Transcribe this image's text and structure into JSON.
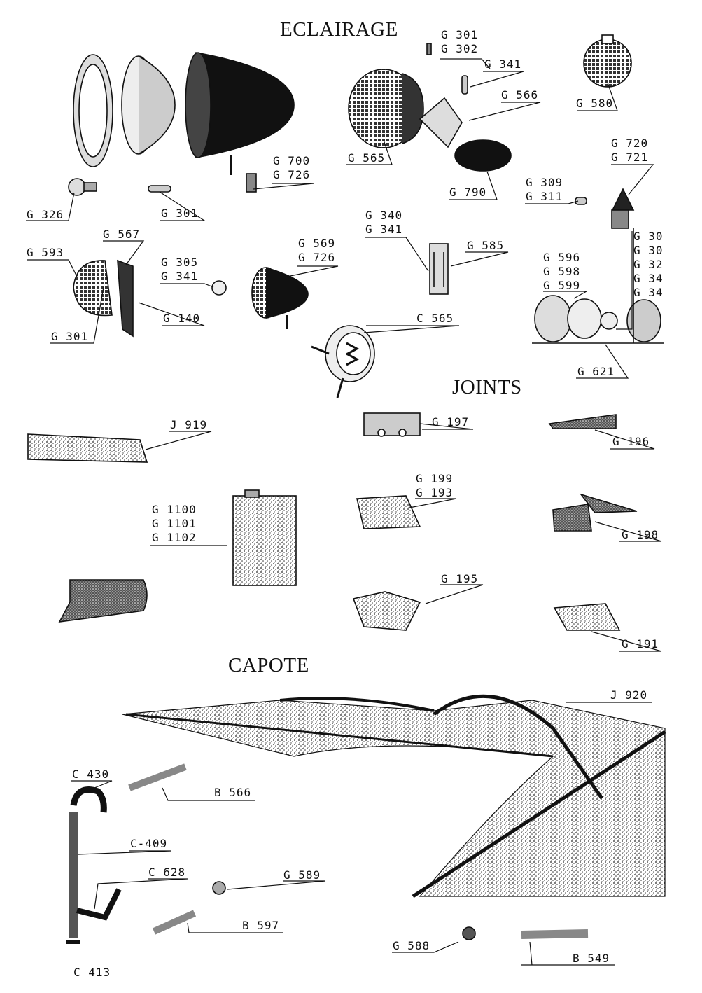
{
  "sections": {
    "eclairage": "ECLAIRAGE",
    "joints": "JOINTS",
    "capote": "CAPOTE"
  },
  "labels": {
    "g301_g302": [
      "G 301",
      "G 302"
    ],
    "g341_top": "G 341",
    "g566": "G 566",
    "g580": "G 580",
    "g565": "G 565",
    "g700_g726": [
      "G 700",
      "G 726"
    ],
    "g326": "G 326",
    "g301_mid": "G 301",
    "g720_g721": [
      "G 720",
      "G 721"
    ],
    "g790": "G 790",
    "g309_g311": [
      "G 309",
      "G 311"
    ],
    "g340_g341": [
      "G 340",
      "G 341"
    ],
    "g585": "G 585",
    "g_right_stack": [
      "G 30",
      "G 30",
      "G 32",
      "G 34",
      "G 34"
    ],
    "g596_598_599": [
      "G 596",
      "G 598",
      "G 599"
    ],
    "g593": "G 593",
    "g567": "G 567",
    "g305_g341": [
      "G 305",
      "G 341"
    ],
    "g569_g726": [
      "G 569",
      "G 726"
    ],
    "g140": "G 140",
    "g301_low": "G 301",
    "c565": "C 565",
    "g621": "G 621",
    "j919": "J 919",
    "g197": "G 197",
    "g196": "G 196",
    "g199_g193": [
      "G 199",
      "G 193"
    ],
    "g1100_1102": [
      "G 1100",
      "G 1101",
      "G 1102"
    ],
    "g198": "G 198",
    "g195": "G 195",
    "g191": "G 191",
    "j920": "J 920",
    "c430": "C 430",
    "b566": "B 566",
    "c409": "C-409",
    "c628": "C 628",
    "g589": "G 589",
    "b597": "B 597",
    "g588": "G 588",
    "b549": "B 549",
    "c413": "C 413"
  }
}
